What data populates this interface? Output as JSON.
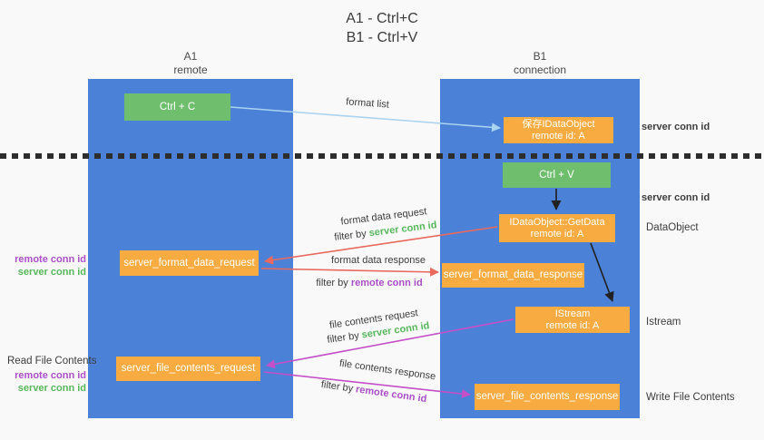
{
  "title": {
    "line1": "A1 - Ctrl+C",
    "line2": "B1 - Ctrl+V"
  },
  "lifelines": {
    "left": {
      "name": "A1",
      "role": "remote"
    },
    "right": {
      "name": "B1",
      "role": "connection"
    }
  },
  "nodes": {
    "ctrl_c": {
      "label": "Ctrl + C"
    },
    "ctrl_v": {
      "label": "Ctrl + V"
    },
    "save_dataobject": {
      "line1": "保存IDataObject",
      "line2": "remote id: A"
    },
    "getdata": {
      "line1": "IDataObject::GetData",
      "line2": "remote id: A"
    },
    "istream": {
      "line1": "IStream",
      "line2": "remote id: A"
    },
    "format_request": {
      "label": "server_format_data_request"
    },
    "format_response": {
      "label": "server_format_data_response"
    },
    "file_request": {
      "label": "server_file_contents_request"
    },
    "file_response": {
      "label": "server_file_contents_response"
    }
  },
  "arrow_labels": {
    "format_list": "format list",
    "format_data_request": "format data request",
    "format_data_request_filter": {
      "prefix": "filter by ",
      "value": "server conn id"
    },
    "format_data_response": "format data response",
    "format_data_response_filter": {
      "prefix": "filter by ",
      "value": "remote conn id"
    },
    "file_contents_request": "file contents request",
    "file_contents_request_filter": {
      "prefix": "filter by ",
      "value": "server conn id"
    },
    "file_contents_response": "file contents response",
    "file_contents_response_filter": {
      "prefix": "filter by ",
      "value": "remote conn id"
    }
  },
  "side_labels": {
    "server_conn_id_top": "server conn id",
    "server_conn_id_mid": "server conn id",
    "dataobject": "DataObject",
    "istream": "Istream",
    "write_file_contents": "Write File Contents",
    "read_file_contents": "Read File Contents",
    "left_group1": {
      "remote": "remote conn id",
      "server": "server conn id"
    },
    "left_group2": {
      "remote": "remote conn id",
      "server": "server conn id"
    }
  },
  "colors": {
    "column_blue": "#4b82d8",
    "box_green": "#6fbe6e",
    "box_orange": "#f7ab40",
    "green_text": "#56b75c",
    "purple_text": "#ab4fc8",
    "arrow_red": "#e9695e",
    "arrow_magenta": "#c44fc8",
    "arrow_light_blue": "#a9d3ef",
    "arrow_black": "#222222",
    "background": "#f9f9f9"
  }
}
